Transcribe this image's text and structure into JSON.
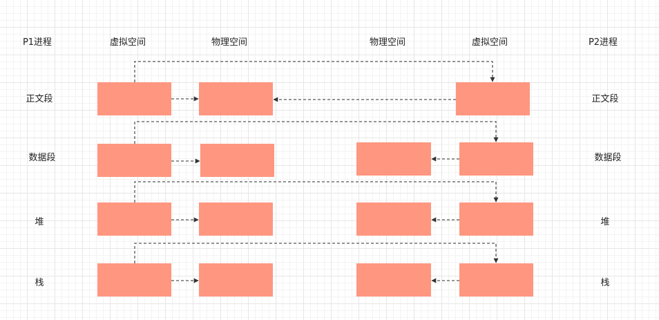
{
  "headers": {
    "p1_process": "P1进程",
    "p1_virtual": "虚拟空间",
    "p1_physical": "物理空间",
    "p2_physical": "物理空间",
    "p2_virtual": "虚拟空间",
    "p2_process": "P2进程"
  },
  "segments": {
    "p1": [
      "正文段",
      "数据段",
      "堆",
      "栈"
    ],
    "p2": [
      "正文段",
      "数据段",
      "堆",
      "栈"
    ]
  },
  "colors": {
    "block_fill": "#ff9680",
    "connector": "#555555",
    "arrow_head": "#333333"
  }
}
